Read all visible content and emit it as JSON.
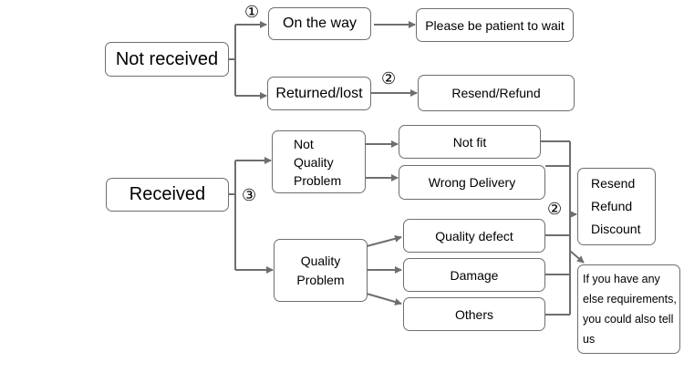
{
  "nodes": {
    "not_received": "Not received",
    "on_the_way": "On the way",
    "please_wait": "Please be patient to wait",
    "returned_lost": "Returned/lost",
    "resend_refund": "Resend/Refund",
    "received": "Received",
    "not_quality_problem": [
      "Not",
      "Quality",
      "Problem"
    ],
    "not_fit": "Not fit",
    "wrong_delivery": "Wrong Delivery",
    "quality_problem": [
      "Quality",
      "Problem"
    ],
    "quality_defect": "Quality defect",
    "damage": "Damage",
    "others": "Others",
    "solutions": [
      "Resend",
      "Refund",
      "Discount"
    ],
    "note": [
      "If you have any",
      "else requirements,",
      "you could also tell",
      "us"
    ]
  },
  "markers": {
    "one": "①",
    "two": "②",
    "three": "③"
  },
  "colors": {
    "line": "#6e6e6e",
    "border": "#6e6e6e",
    "text": "#000000"
  }
}
